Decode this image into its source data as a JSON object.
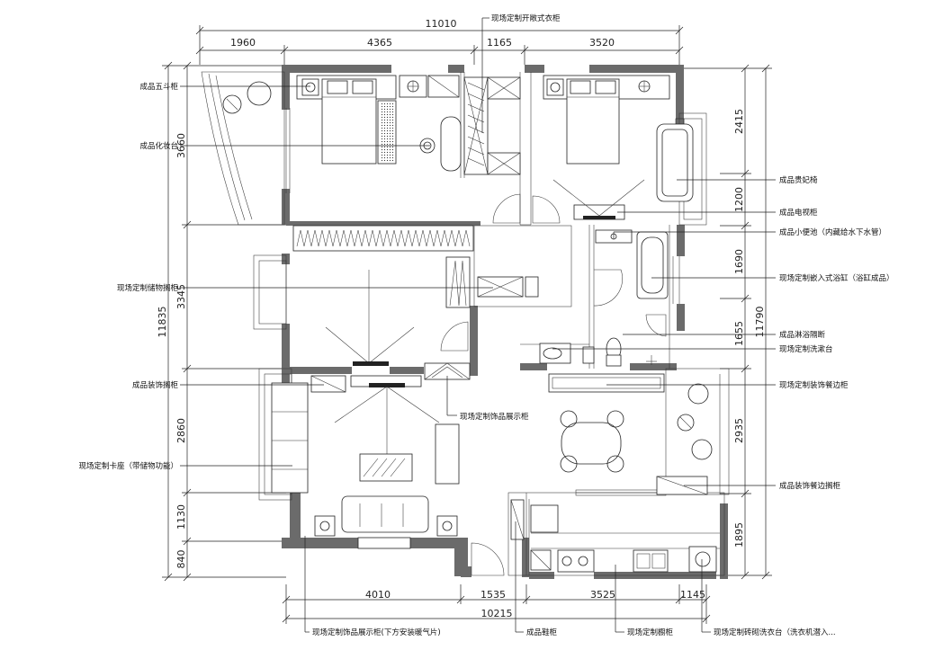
{
  "dimensions": {
    "top_total": "11010",
    "top_segments": [
      "1960",
      "4365",
      "1165",
      "3520"
    ],
    "bottom_total": "10215",
    "bottom_segments": [
      "4010",
      "1535",
      "3525",
      "1145"
    ],
    "left_total": "11835",
    "left_segments": [
      "3660",
      "3345",
      "2860",
      "1130",
      "840"
    ],
    "right_total": "11790",
    "right_segments": [
      "2415",
      "1200",
      "1690",
      "1655",
      "2935",
      "1895"
    ]
  },
  "labels": {
    "wardrobe": "现场定制开敞式衣柜",
    "chest": "成品五斗柜",
    "dresser": "成品化妆台",
    "storage_shelf": "现场定制储物搁柜",
    "deco_shelf": "成品装饰搁柜",
    "booth": "现场定制卡座（带储物功能）",
    "display_shelf": "现场定制饰品展示柜",
    "chaise": "成品贵妃椅",
    "tv_cabinet": "成品电视柜",
    "urinal": "成品小便池（内藏给水下水管）",
    "bathtub": "现场定制嵌入式浴缸（浴缸成品）",
    "shower_partition": "成品淋浴隔断",
    "wash_basin": "现场定制洗漱台",
    "sideboard": "现场定制装饰餐边柜",
    "side_shelf": "成品装饰餐边搁柜",
    "bottom_display": "现场定制饰品展示柜(下方安装暖气片)",
    "shoe_cabinet": "成品鞋柜",
    "kitchen_cabinet": "现场定制橱柜",
    "laundry": "现场定制砖砌洗衣台（洗衣机潜入..."
  },
  "colors": {
    "wall": "#6b6b6b",
    "line": "#222222"
  }
}
